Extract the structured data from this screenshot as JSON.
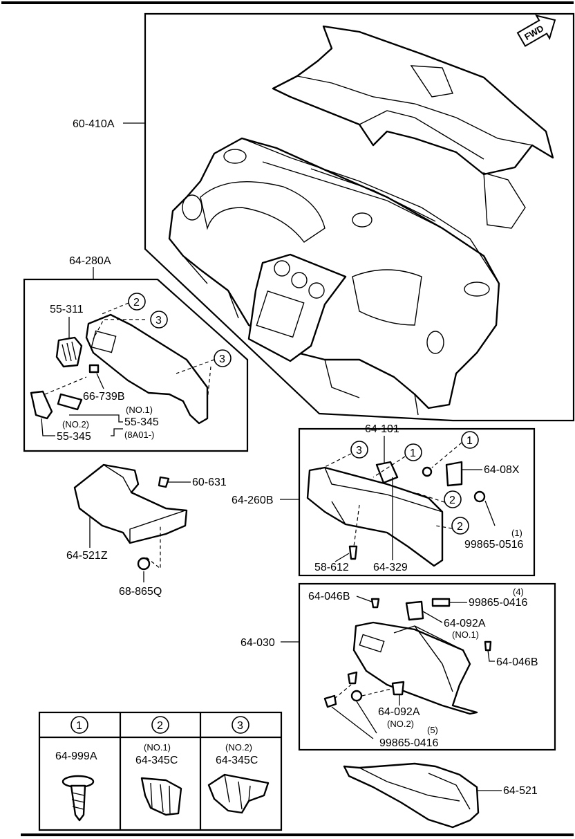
{
  "fwd_label": "FWD",
  "callouts": {
    "c_60_410A": "60-410A",
    "c_64_280A": "64-280A",
    "c_55_311": "55-311",
    "c_66_739B": "66-739B",
    "c_no1_a": "(NO.1)",
    "c_55_345_a": "55-345",
    "c_8a01": "(8A01-)",
    "c_no2_a": "(NO.2)",
    "c_55_345_b": "55-345",
    "c_60_631": "60-631",
    "c_64_521Z": "64-521Z",
    "c_68_865Q": "68-865Q",
    "c_64_101": "64-101",
    "c_64_08X": "64-08X",
    "c_64_260B": "64-260B",
    "c_99865_0516": "99865-0516",
    "c_qty1": "(1)",
    "c_58_612": "58-612",
    "c_64_329": "64-329",
    "c_64_046B_a": "64-046B",
    "c_99865_0416_a": "99865-0416",
    "c_qty4": "(4)",
    "c_64_092A_a": "64-092A",
    "c_no1_b": "(NO.1)",
    "c_64_030": "64-030",
    "c_64_046B_b": "64-046B",
    "c_64_092A_b": "64-092A",
    "c_no2_b": "(NO.2)",
    "c_qty5": "(5)",
    "c_99865_0416_b": "99865-0416",
    "c_64_521": "64-521"
  },
  "ref_numbers": {
    "one": "1",
    "two": "2",
    "three": "3"
  },
  "legend": {
    "headers": [
      "1",
      "2",
      "3"
    ],
    "col1": {
      "part": "64-999A"
    },
    "col2": {
      "variant": "(NO.1)",
      "part": "64-345C"
    },
    "col3": {
      "variant": "(NO.2)",
      "part": "64-345C"
    }
  }
}
